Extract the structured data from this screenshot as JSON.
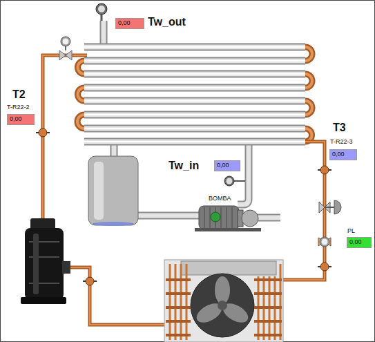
{
  "diagram": {
    "nodes": [
      {
        "text": [
          "0,00"
        ]
      },
      {
        "text": [
          "0,00"
        ]
      },
      {
        "text": [
          "0,00"
        ]
      },
      {
        "text": [
          "0,00"
        ]
      },
      {
        "text": [
          "0,00"
        ]
      }
    ],
    "labels": [
      "Tw_out",
      "T2",
      "T-R22-2",
      "T3",
      "T-R22-3",
      "Tw_in",
      "BOMBA",
      "PL"
    ]
  }
}
